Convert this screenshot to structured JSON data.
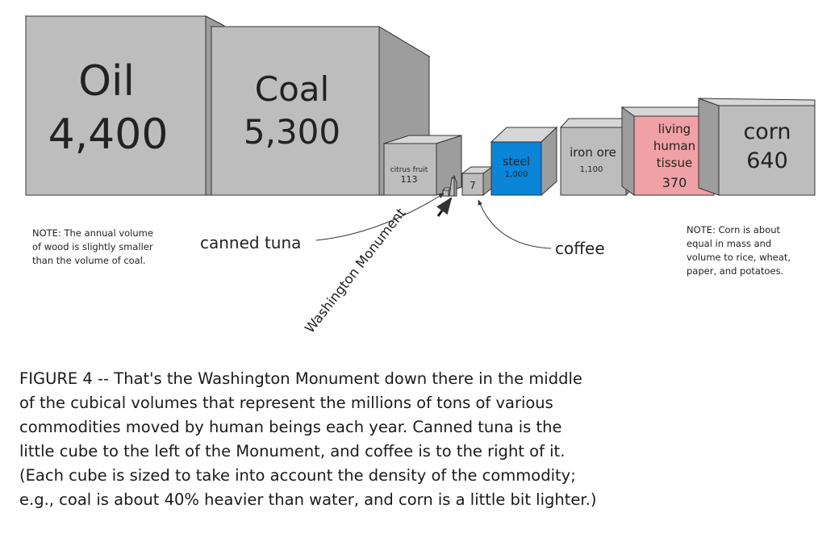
{
  "colors": {
    "front": "#bdbdbd",
    "top": "#d7d7d7",
    "side": "#9d9d9d",
    "steel": "#0a85d8",
    "tissue": "#f0a1a5",
    "stroke": "#333333"
  },
  "cubes": [
    {
      "id": "oil",
      "label": "Oil",
      "value": "4,400"
    },
    {
      "id": "coal",
      "label": "Coal",
      "value": "5,300"
    },
    {
      "id": "citrus",
      "label": "citrus fruit",
      "value": "113"
    },
    {
      "id": "tuna",
      "label": "canned tuna",
      "value": ""
    },
    {
      "id": "coffee",
      "label": "coffee",
      "value": "7"
    },
    {
      "id": "steel",
      "label": "steel",
      "value": "1,000"
    },
    {
      "id": "iron",
      "label": "iron ore",
      "value": "1,100"
    },
    {
      "id": "tissue",
      "label": "living human tissue",
      "value": "370"
    },
    {
      "id": "corn",
      "label": "corn",
      "value": "640"
    }
  ],
  "labels": {
    "canned_tuna": "canned tuna",
    "coffee": "coffee",
    "washington_monument": "Washington Monument",
    "living": "living",
    "human": "human",
    "tissue": "tissue"
  },
  "notes": {
    "wood": [
      "NOTE: The annual volume",
      "of wood is slightly smaller",
      "than the volume of coal."
    ],
    "corn": [
      "NOTE: Corn is about",
      "equal in mass and",
      "volume to rice, wheat,",
      "paper, and potatoes."
    ]
  },
  "caption": [
    "FIGURE 4 -- That's the Washington Monument down there in the middle",
    "of the cubical volumes that represent the millions of tons of various",
    "commodities moved by human beings each year.  Canned tuna is the",
    "little cube to the left of the Monument, and coffee is to the right of it.",
    "(Each cube is sized to take into account the density of the commodity;",
    "e.g., coal is about 40% heavier than water, and corn is a little bit lighter.)"
  ]
}
